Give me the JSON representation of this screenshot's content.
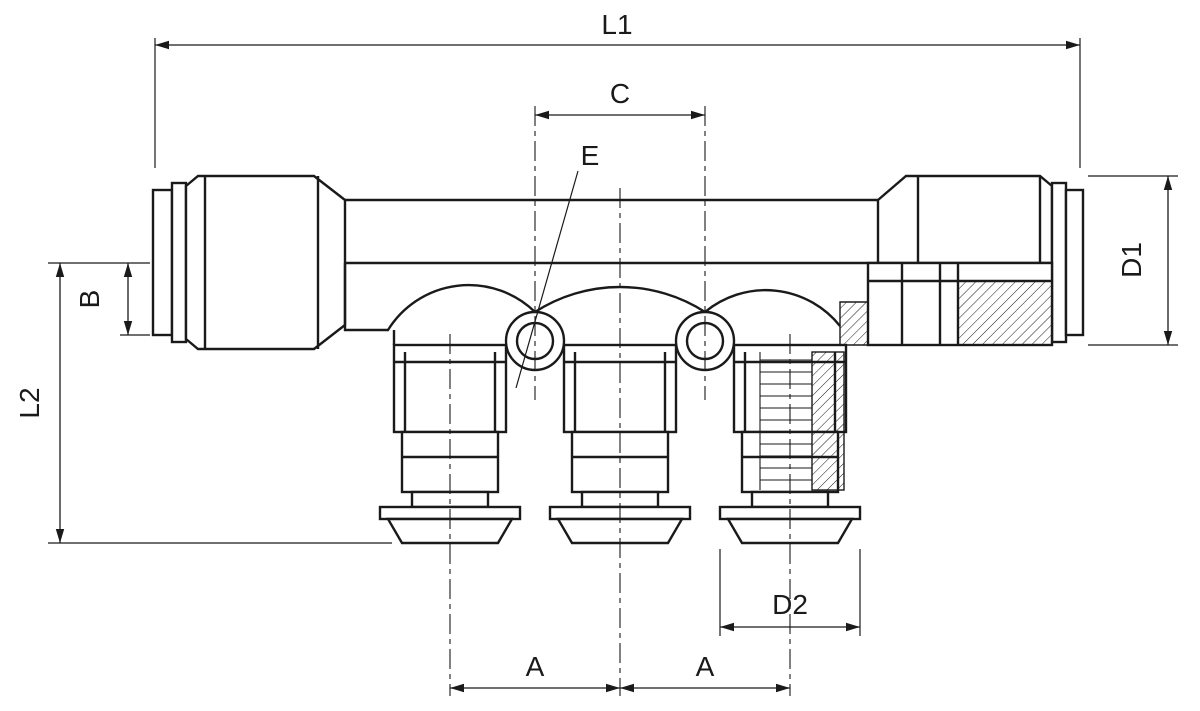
{
  "drawing": {
    "dimension_labels": {
      "l1": "L1",
      "c": "C",
      "e": "E",
      "b": "B",
      "l2": "L2",
      "d1": "D1",
      "d2": "D2",
      "a_left": "A",
      "a_right": "A"
    },
    "colors": {
      "line": "#1a1a1a",
      "background": "#ffffff"
    }
  }
}
